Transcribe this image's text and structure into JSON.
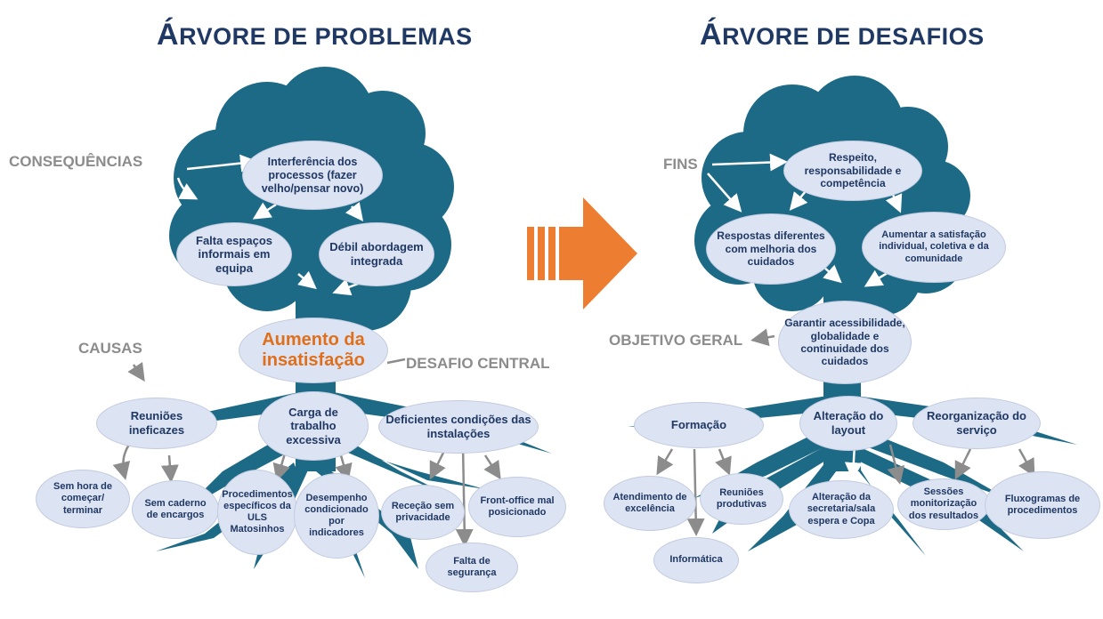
{
  "left": {
    "title_first": "Á",
    "title_rest": "RVORE DE PROBLEMAS",
    "consequences_label": "CONSEQUÊNCIAS",
    "causes_label": "CAUSAS",
    "central_label": "DESAFIO CENTRAL",
    "central": "Aumento da insatisfação",
    "consequences": [
      "Interferência dos processos (fazer velho/pensar novo)",
      "Falta espaços informais em equipa",
      "Débil abordagem integrada"
    ],
    "causes": [
      "Reuniões ineficazes",
      "Carga de trabalho excessiva",
      "Deficientes condições das instalações"
    ],
    "sub_causes": [
      "Sem hora de começar/ terminar",
      "Sem caderno de encargos",
      "Procedimentos específicos da ULS Matosinhos",
      "Desempenho condicionado por indicadores",
      "Receção sem privacidade",
      "Front-office mal posicionado",
      "Falta de segurança"
    ]
  },
  "right": {
    "title_first": "Á",
    "title_rest": "RVORE DE DESAFIOS",
    "fins_label": "FINS",
    "objective_label": "OBJETIVO GERAL",
    "objective": "Garantir acessibilidade, globalidade e continuidade dos cuidados",
    "fins": [
      "Respeito, responsabilidade e competência",
      "Respostas diferentes com melhoria dos cuidados",
      "Aumentar a satisfação individual, coletiva e da comunidade"
    ],
    "means": [
      "Formação",
      "Alteração do layout",
      "Reorganização do serviço"
    ],
    "sub_means": [
      "Atendimento de excelência",
      "Reuniões produtivas",
      "Alteração da secretaria/sala espera e Copa",
      "Sessões monitorização dos resultados",
      "Fluxogramas de procedimentos",
      "Informática"
    ]
  },
  "colors": {
    "tree": "#1c6a85",
    "node_fill": "#dce3f2",
    "title": "#1f3864",
    "label_grey": "#8c8c8c",
    "highlight": "#e06f1b",
    "arrow": "#ed7d31"
  }
}
